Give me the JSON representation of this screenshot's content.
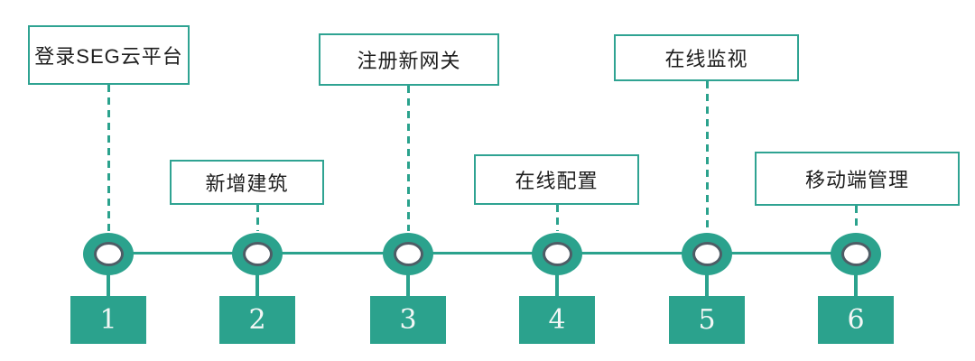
{
  "diagram": {
    "type": "process-timeline",
    "background": "#ffffff",
    "colors": {
      "accent_teal": "#2ba28d",
      "box_border": "#2fa392",
      "node_inner_ring": "#4e5d66",
      "label_text": "#1e1e1e",
      "number_text": "#f4f7f6"
    },
    "steps": [
      {
        "number": "1",
        "label": "登录SEG云平台",
        "label_position": "top"
      },
      {
        "number": "2",
        "label": "新增建筑",
        "label_position": "bottom"
      },
      {
        "number": "3",
        "label": "注册新网关",
        "label_position": "top"
      },
      {
        "number": "4",
        "label": "在线配置",
        "label_position": "bottom"
      },
      {
        "number": "5",
        "label": "在线监视",
        "label_position": "top"
      },
      {
        "number": "6",
        "label": "移动端管理",
        "label_position": "bottom"
      }
    ]
  }
}
